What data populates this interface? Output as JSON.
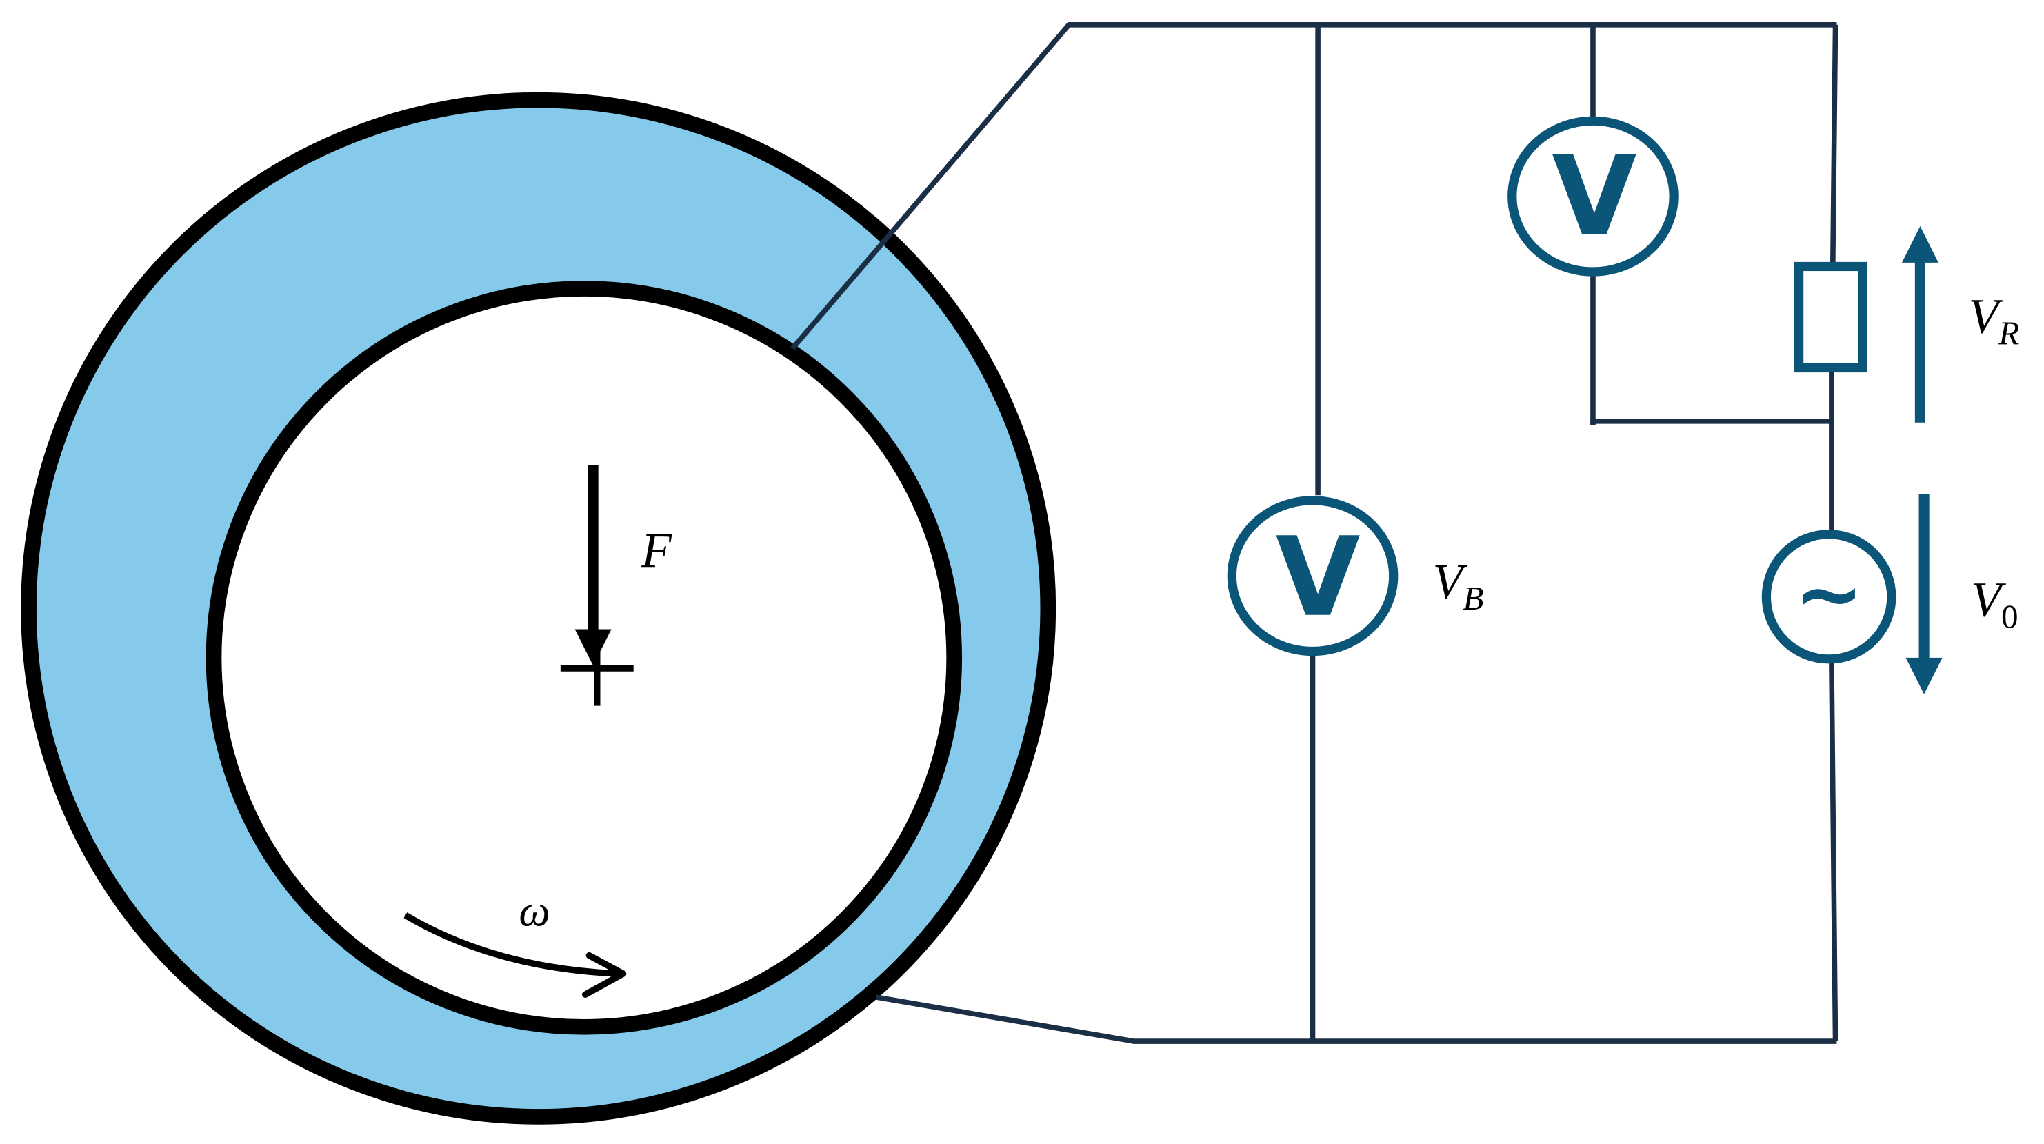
{
  "labels": {
    "force": "F",
    "omega": "ω",
    "v_b_main": "V",
    "v_b_sub": "B",
    "v_r_main": "V",
    "v_r_sub": "R",
    "v_0_main": "V",
    "v_0_sub": "0"
  },
  "meters": {
    "voltmeter_symbol": "V",
    "source_symbol": "~"
  },
  "colors": {
    "bearing_fill": "#85CAEA",
    "outline": "#000000",
    "wire": "#1A2E45",
    "component": "#0B5579",
    "background": "#FFFFFF"
  },
  "icons": {
    "voltmeter": "voltmeter-icon",
    "ac_source": "ac-source-icon",
    "resistor": "resistor-icon"
  }
}
